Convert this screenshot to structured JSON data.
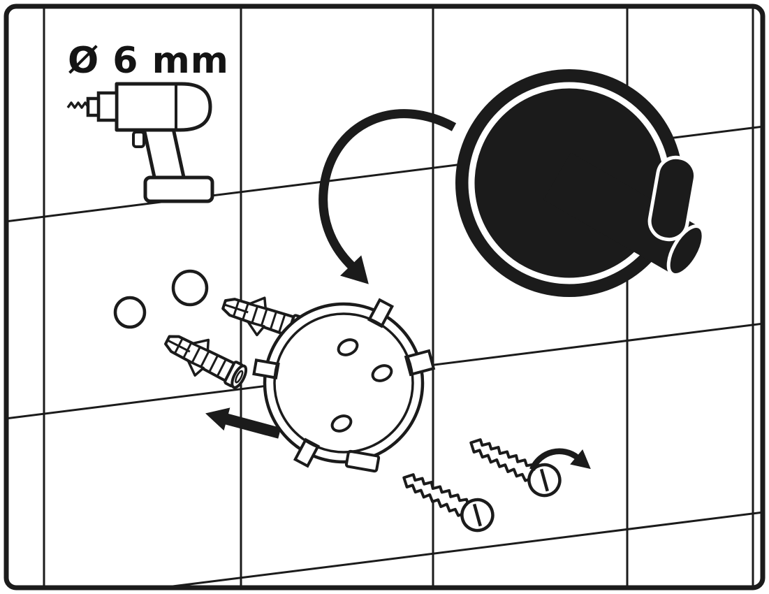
{
  "diagram": {
    "drill_label": "Ø 6 mm",
    "colors": {
      "ink": "#1b1b1b",
      "paper": "#ffffff"
    },
    "parts": [
      {
        "icon": "drill-icon",
        "label": "Ø 6 mm"
      },
      {
        "icon": "pilot-holes-icon",
        "count": 2
      },
      {
        "icon": "wall-anchor-icon",
        "count": 2
      },
      {
        "icon": "push-arrow-icon"
      },
      {
        "icon": "mounting-plate-icon",
        "screw_holes": 3
      },
      {
        "icon": "rotate-arrow-icon"
      },
      {
        "icon": "wall-hook-icon"
      },
      {
        "icon": "screw-icon",
        "count": 2
      },
      {
        "icon": "screw-rotation-arrow-icon"
      }
    ]
  }
}
